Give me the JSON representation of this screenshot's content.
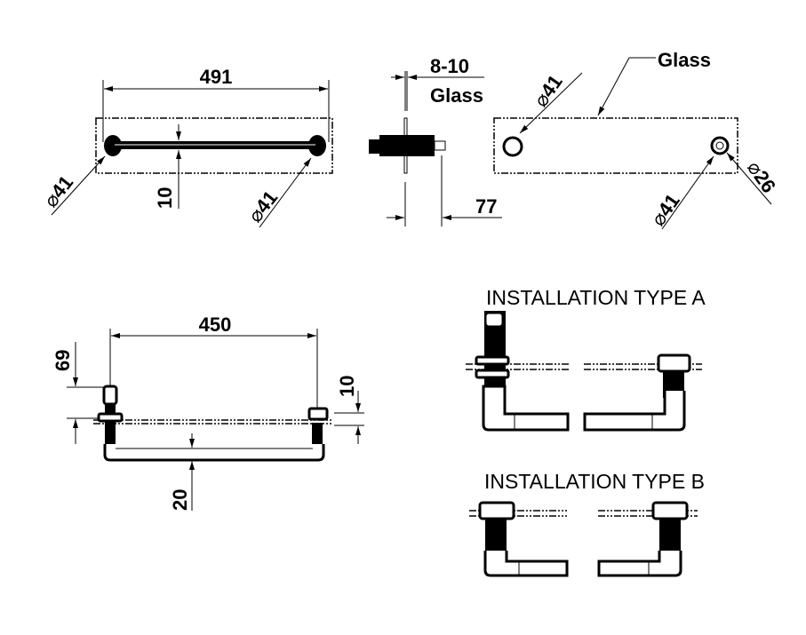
{
  "top_front_view": {
    "width": "491",
    "bar_thickness": "10",
    "diameter_left": "41",
    "diameter_right": "41"
  },
  "top_side_view": {
    "glass_thickness": "8-10",
    "glass_label": "Glass",
    "projection": "77"
  },
  "top_glass_view": {
    "glass_label": "Glass",
    "hole_diameter_left": "41",
    "hole_diameter_right": "41",
    "inner_diameter": "26"
  },
  "bottom_front_view": {
    "width": "450",
    "height": "69",
    "glass_thickness": "10",
    "rail_thickness": "20"
  },
  "installation_a": {
    "title": "INSTALLATION TYPE A"
  },
  "installation_b": {
    "title": "INSTALLATION TYPE B"
  },
  "diameter_symbol": "⌀"
}
